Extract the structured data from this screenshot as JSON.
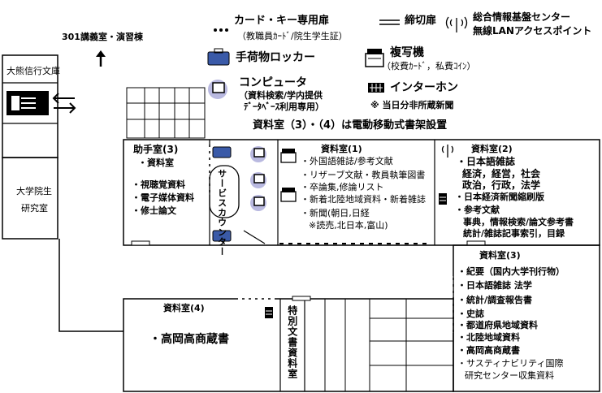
{
  "legend": {
    "card_door": "カード・キー専用扉",
    "card_door_note": "（教職員ｶｰﾄﾞ/院生学生証）",
    "closed_door": "締切扉",
    "wifi": "総合情報基盤センター",
    "wifi_line2": "無線LANアクセスポイント",
    "locker": "手荷物ロッカー",
    "copier": "複写機",
    "copier_note": "（校費ｶｰﾄﾞ，私費ｺｲﾝ）",
    "computer": "コンピュータ",
    "computer_note1": "（資料検索/学内提供",
    "computer_note2": "ﾃﾞｰﾀﾍﾞｰｽ利用専用）",
    "intercom": "インターホン",
    "intercom_note": "※ 当日分非所蔵新聞"
  },
  "building": {
    "lecture": "301講義室・演習棟",
    "okuma": "大熊信行文庫",
    "grad_line1": "大学院生",
    "grad_line2": "研究室",
    "mobile_shelves": "資料室（3）・（4）は電動移動式書架設置"
  },
  "rooms": {
    "assistant": {
      "title": "助手室(3)",
      "items": [
        "・資料室",
        "・視聴覚資料",
        "・電子媒体資料",
        "・修士論文"
      ]
    },
    "counter": "サービスカウンター",
    "r1": {
      "title": "資料室(1)",
      "items": [
        "・外国語雑誌/参考文献",
        "・リザーブ文献・教員執筆図書",
        "・卒論集,修論リスト",
        "・新着北陸地域資料・新着雑誌",
        "・新聞(朝日,日経",
        "※読売,北日本,富山)"
      ]
    },
    "r2": {
      "title": "資料室(2)",
      "items": [
        "・日本語雑誌",
        "経済，経営，社会",
        "政治，行政，法学",
        "・日本経済新聞縮刷版",
        "・参考文献",
        "事典，情報検索/論文参考書",
        "統計/雑誌記事索引，目録"
      ]
    },
    "r3": {
      "title": "資料室(3)",
      "items": [
        "・紀要（国内大学刊行物）",
        "・日本語雑誌 法学",
        "・統計/調査報告書",
        "・史誌",
        "・都道府県地域資料",
        "・北陸地域資料",
        "・高岡高商蔵書",
        "・サスティナビリティ国際",
        "研究センター収集資料"
      ]
    },
    "r4": {
      "title": "資料室(4)",
      "items": [
        "・高岡高商蔵書"
      ]
    },
    "special": "特別文書資料室"
  }
}
